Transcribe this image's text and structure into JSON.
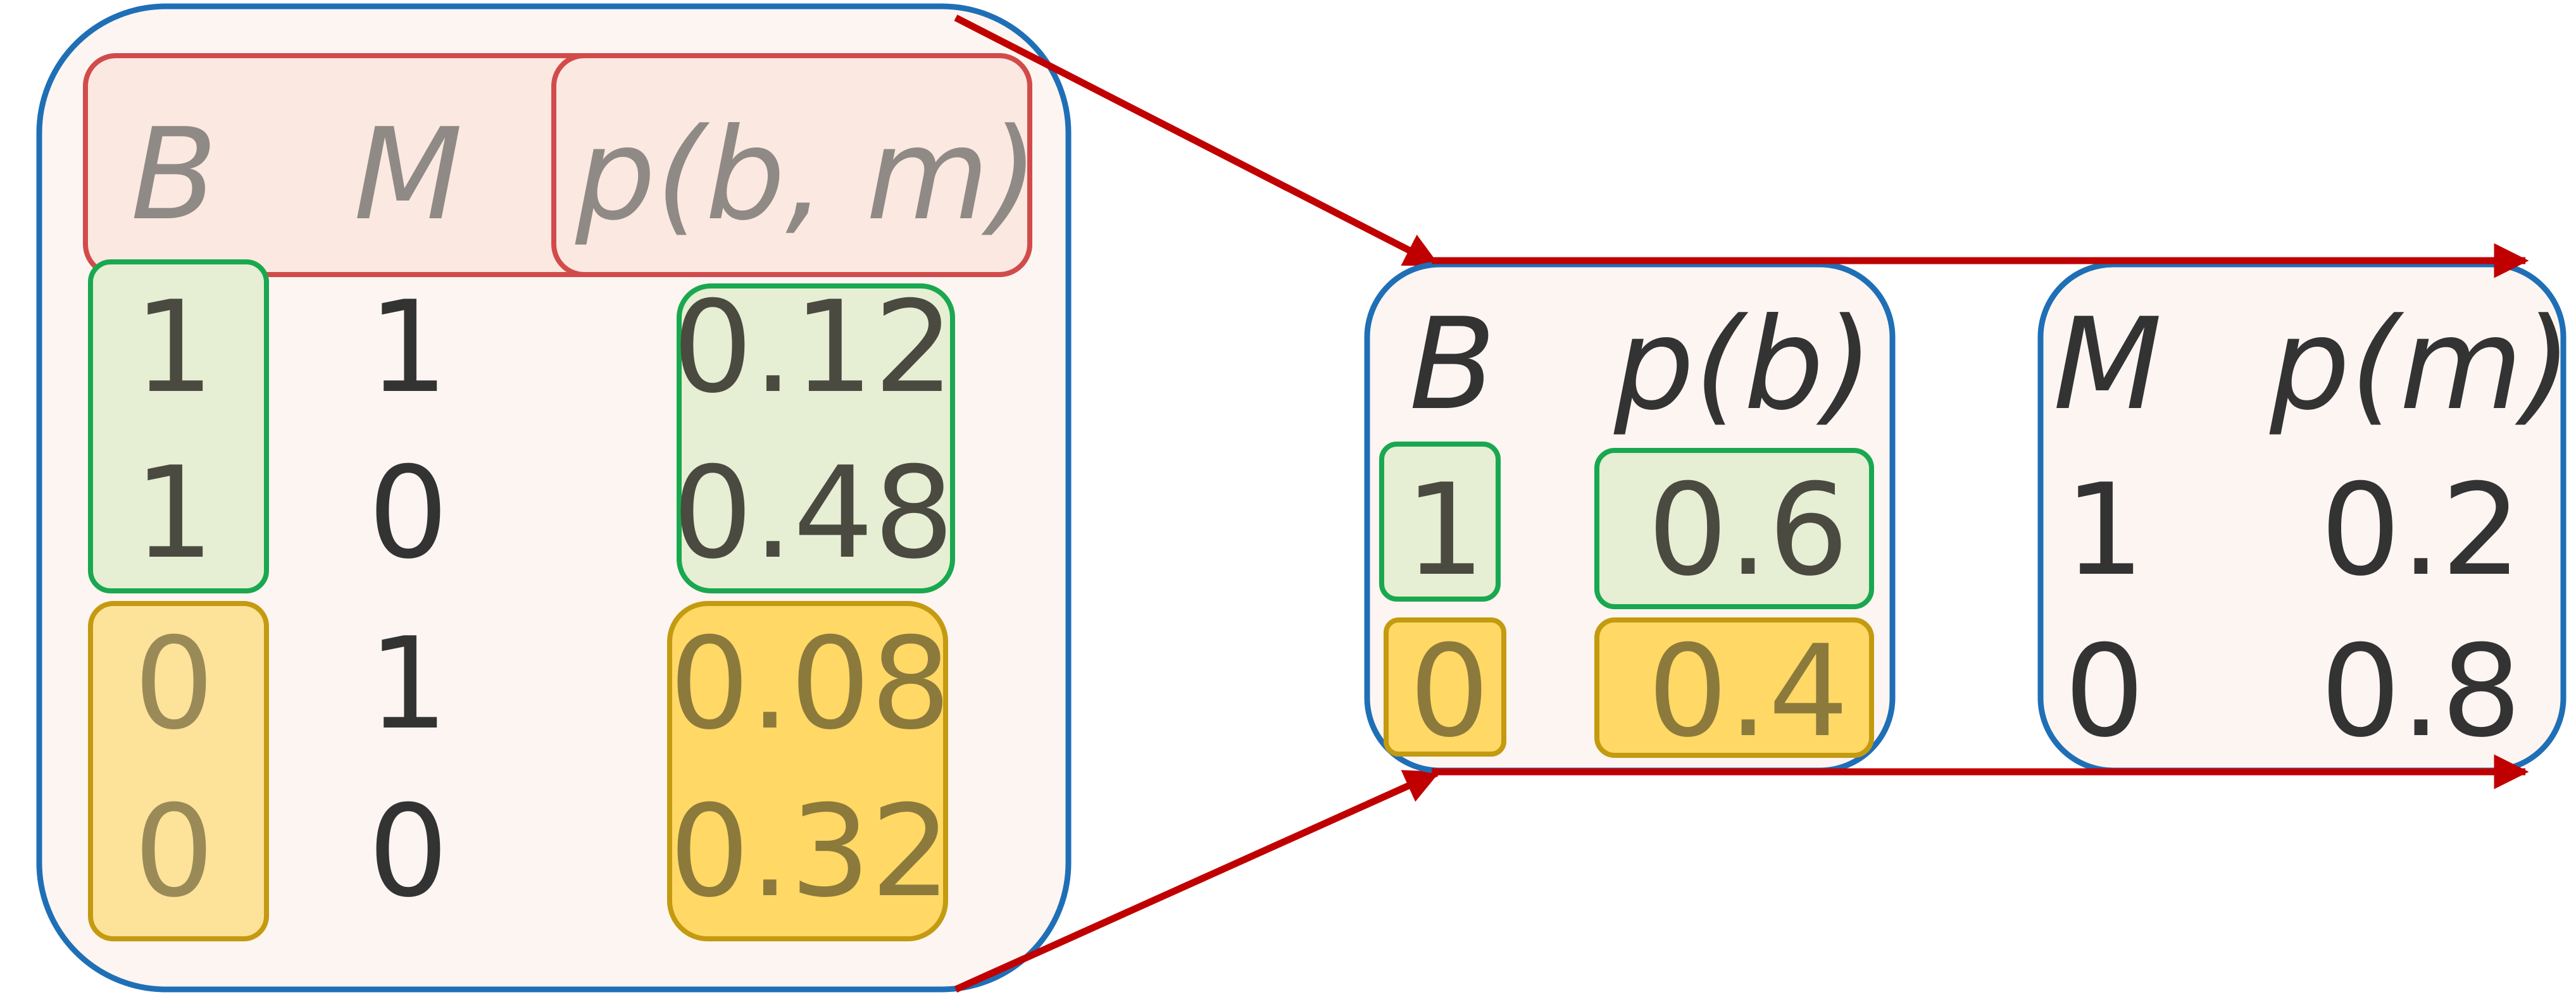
{
  "colors": {
    "panel_fill": "#fdf5f2",
    "panel_border": "#1f6fb7",
    "header_border": "#d24b4b",
    "header_fill": "#fbe8e0",
    "green_border": "#19a84f",
    "green_fill": "#e6eed3",
    "yellow_border": "#c49a10",
    "yellow_fill_light": "#fde29a",
    "yellow_fill_dark": "#ffd866",
    "arrow": "#c00000",
    "text": "#333333",
    "text_faded": "#8f8a86"
  },
  "joint": {
    "headers": {
      "b": "B",
      "m": "M",
      "p": "p(b, m)"
    },
    "rows": [
      {
        "b": "1",
        "m": "1",
        "p": "0.12"
      },
      {
        "b": "1",
        "m": "0",
        "p": "0.48"
      },
      {
        "b": "0",
        "m": "1",
        "p": "0.08"
      },
      {
        "b": "0",
        "m": "0",
        "p": "0.32"
      }
    ]
  },
  "marginal_b": {
    "headers": {
      "b": "B",
      "p": "p(b)"
    },
    "rows": [
      {
        "b": "1",
        "p": "0.6"
      },
      {
        "b": "0",
        "p": "0.4"
      }
    ]
  },
  "marginal_m": {
    "headers": {
      "m": "M",
      "p": "p(m)"
    },
    "rows": [
      {
        "m": "1",
        "p": "0.2"
      },
      {
        "m": "0",
        "p": "0.8"
      }
    ]
  }
}
